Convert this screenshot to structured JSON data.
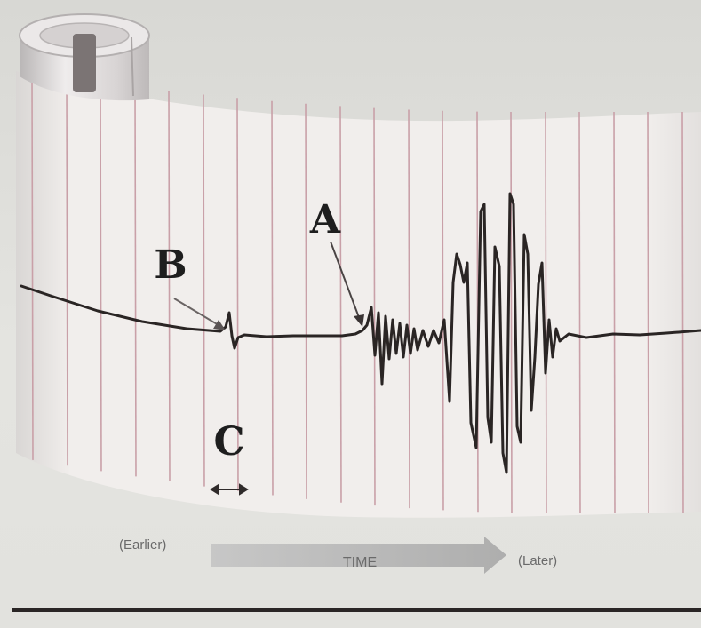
{
  "figure": {
    "labels": {
      "a": "A",
      "b": "B",
      "c": "C"
    },
    "time_axis": {
      "earlier": "(Earlier)",
      "center": "TIME",
      "later": "(Later)"
    },
    "colors": {
      "paper": "#f1eeec",
      "grid_line": "#c9a0a8",
      "trace": "#2a2524",
      "arrow_band": "#b5b5b5"
    }
  }
}
